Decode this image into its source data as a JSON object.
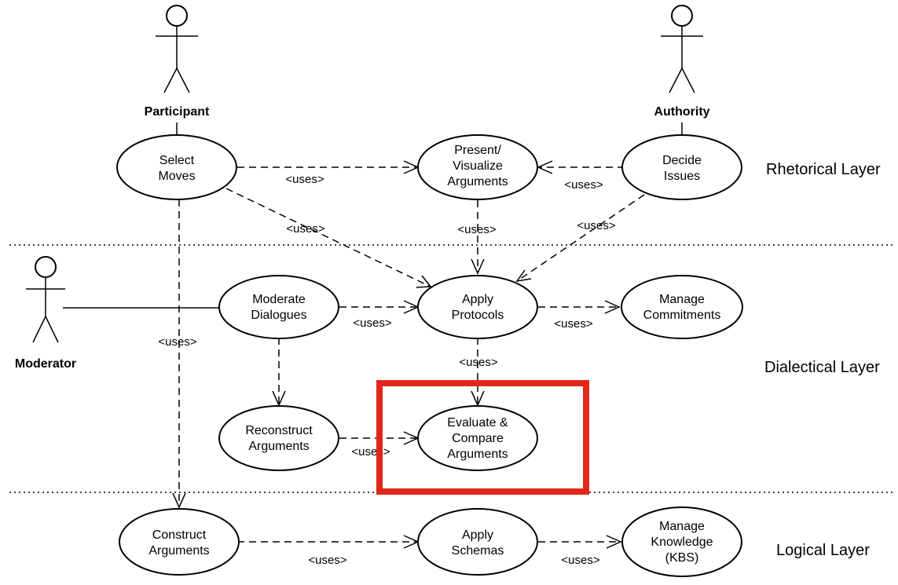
{
  "colors": {
    "highlight": "#e0281a",
    "stroke": "#000000",
    "background": "#ffffff"
  },
  "actors": {
    "participant": "Participant",
    "authority": "Authority",
    "moderator": "Moderator"
  },
  "layers": {
    "rhetorical": "Rhetorical Layer",
    "dialectical": "Dialectical Layer",
    "logical": "Logical Layer"
  },
  "use_cases": {
    "select_moves": [
      "Select",
      "Moves"
    ],
    "present_visualize": [
      "Present/",
      "Visualize",
      "Arguments"
    ],
    "decide_issues": [
      "Decide",
      "Issues"
    ],
    "moderate_dialogues": [
      "Moderate",
      "Dialogues"
    ],
    "apply_protocols": [
      "Apply",
      "Protocols"
    ],
    "manage_commitments": [
      "Manage",
      "Commitments"
    ],
    "reconstruct_arguments": [
      "Reconstruct",
      "Arguments"
    ],
    "evaluate_compare": [
      "Evaluate &",
      "Compare",
      "Arguments"
    ],
    "construct_arguments": [
      "Construct",
      "Arguments"
    ],
    "apply_schemas": [
      "Apply",
      "Schemas"
    ],
    "manage_knowledge": [
      "Manage",
      "Knowledge",
      "(KBS)"
    ]
  },
  "relation_label": "<uses>"
}
